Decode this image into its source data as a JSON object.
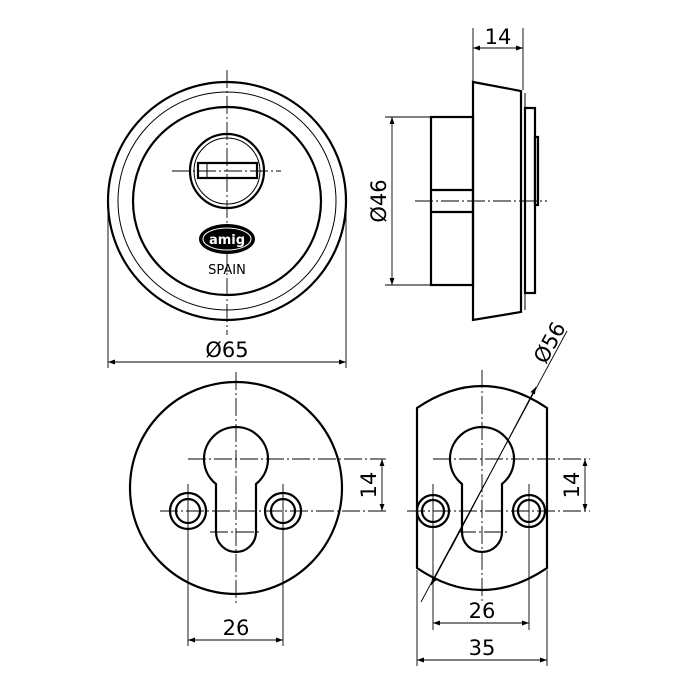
{
  "front_view": {
    "diameter_label": "Ø65",
    "logo_text": "amig",
    "origin_text": "SPAIN"
  },
  "side_view": {
    "depth_label": "14",
    "diameter_label": "Ø46"
  },
  "round_plate_view": {
    "hole_spacing_label": "26",
    "offset_label": "14"
  },
  "oval_plate_view": {
    "diameter_label": "Ø56",
    "hole_spacing_label": "26",
    "offset_label": "14",
    "width_label": "35"
  },
  "colors": {
    "line": "#000000",
    "background": "#ffffff"
  }
}
